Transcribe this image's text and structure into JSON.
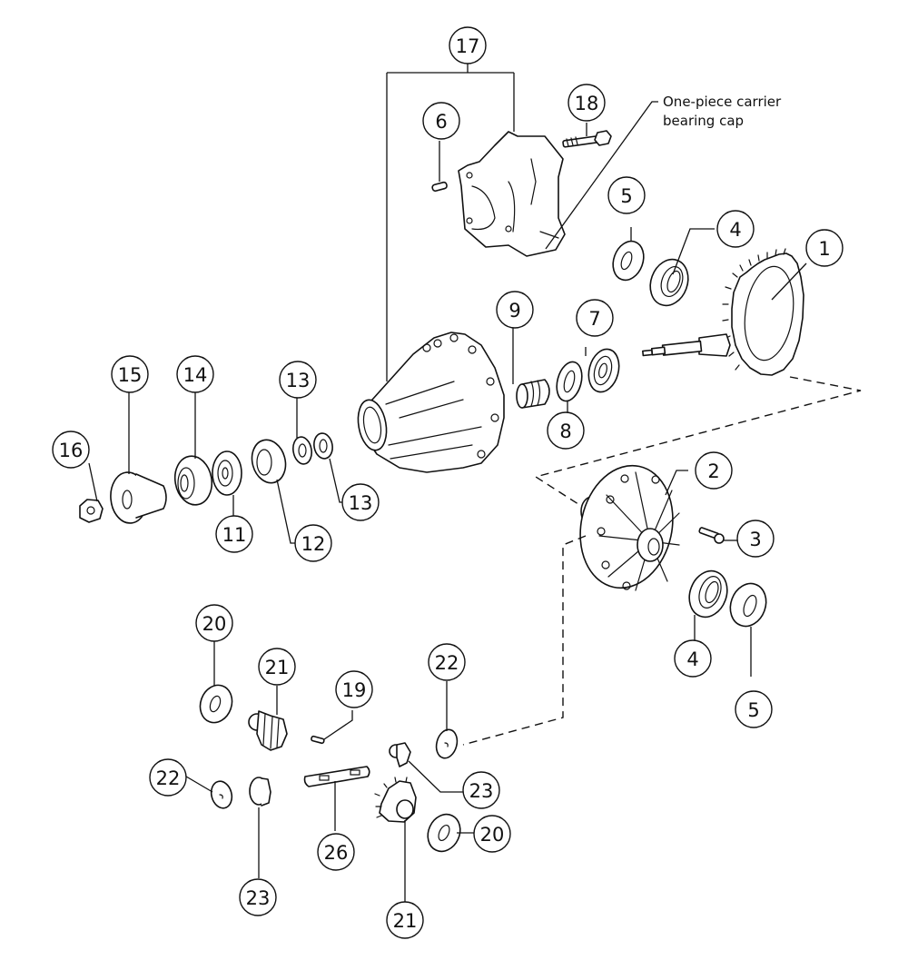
{
  "diagram": {
    "type": "exploded-parts-diagram",
    "subject": "Rear differential carrier assembly",
    "annotation": {
      "lines": [
        "One-piece carrier",
        "bearing cap"
      ]
    },
    "callouts": [
      {
        "id": "c17",
        "label": "17",
        "part": "differential-carrier-assembly"
      },
      {
        "id": "c18",
        "label": "18",
        "part": "bearing-cap-bolt"
      },
      {
        "id": "c6",
        "label": "6",
        "part": "adjusting-nut-lock-pin"
      },
      {
        "id": "c5a",
        "label": "5",
        "part": "side-bearing-shim-upper"
      },
      {
        "id": "c4a",
        "label": "4",
        "part": "side-bearing-upper"
      },
      {
        "id": "c1",
        "label": "1",
        "part": "ring-gear-and-drive-pinion"
      },
      {
        "id": "c9",
        "label": "9",
        "part": "bearing-spacer"
      },
      {
        "id": "c7",
        "label": "7",
        "part": "rear-pinion-bearing"
      },
      {
        "id": "c8",
        "label": "8",
        "part": "pinion-washer"
      },
      {
        "id": "c15",
        "label": "15",
        "part": "companion-flange"
      },
      {
        "id": "c14",
        "label": "14",
        "part": "dust-deflector"
      },
      {
        "id": "c13a",
        "label": "13",
        "part": "shim-upper"
      },
      {
        "id": "c13b",
        "label": "13",
        "part": "shim-lower"
      },
      {
        "id": "c16",
        "label": "16",
        "part": "flange-nut"
      },
      {
        "id": "c11",
        "label": "11",
        "part": "oil-seal"
      },
      {
        "id": "c12",
        "label": "12",
        "part": "front-pinion-bearing"
      },
      {
        "id": "c2",
        "label": "2",
        "part": "differential-case"
      },
      {
        "id": "c3",
        "label": "3",
        "part": "ring-gear-bolt"
      },
      {
        "id": "c4b",
        "label": "4",
        "part": "side-bearing-lower"
      },
      {
        "id": "c5b",
        "label": "5",
        "part": "side-bearing-shim-lower"
      },
      {
        "id": "c20a",
        "label": "20",
        "part": "thrust-washer-upper"
      },
      {
        "id": "c21a",
        "label": "21",
        "part": "side-gear-upper"
      },
      {
        "id": "c19",
        "label": "19",
        "part": "pinion-shaft-pin"
      },
      {
        "id": "c22a",
        "label": "22",
        "part": "pinion-thrust-washer-right"
      },
      {
        "id": "c22b",
        "label": "22",
        "part": "pinion-thrust-washer-left"
      },
      {
        "id": "c23a",
        "label": "23",
        "part": "pinion-gear-right"
      },
      {
        "id": "c26",
        "label": "26",
        "part": "pinion-shaft"
      },
      {
        "id": "c20b",
        "label": "20",
        "part": "thrust-washer-lower"
      },
      {
        "id": "c23b",
        "label": "23",
        "part": "pinion-gear-left"
      },
      {
        "id": "c21b",
        "label": "21",
        "part": "side-gear-lower"
      }
    ]
  }
}
